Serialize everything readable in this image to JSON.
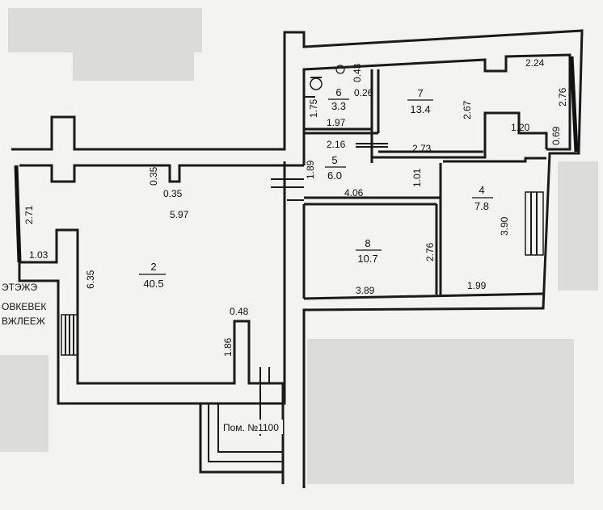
{
  "floor_plan": {
    "rooms": [
      {
        "number": "2",
        "area": "40.5"
      },
      {
        "number": "4",
        "area": "7.8"
      },
      {
        "number": "5",
        "area": "6.0"
      },
      {
        "number": "6",
        "area": "3.3"
      },
      {
        "number": "7",
        "area": "13.4"
      },
      {
        "number": "8",
        "area": "10.7"
      }
    ],
    "dimensions": [
      "2.24",
      "2.76",
      "2.67",
      "1.20",
      "0.69",
      "0.43",
      "0.26",
      "1.75",
      "1.97",
      "2.16",
      "2.73",
      "1.89",
      "0.35",
      "0.35",
      "5.97",
      "2.71",
      "1.03",
      "6.35",
      "4.06",
      "1.01",
      "3.90",
      "2.76",
      "3.89",
      "1.99",
      "0.48",
      "1.86"
    ],
    "neighbor_label": "Пом. №1100",
    "margin_stub": [
      "ЭТЭЖЭ",
      "ОВКЕВЕК",
      "ВЖЛЕЕЖ"
    ]
  }
}
